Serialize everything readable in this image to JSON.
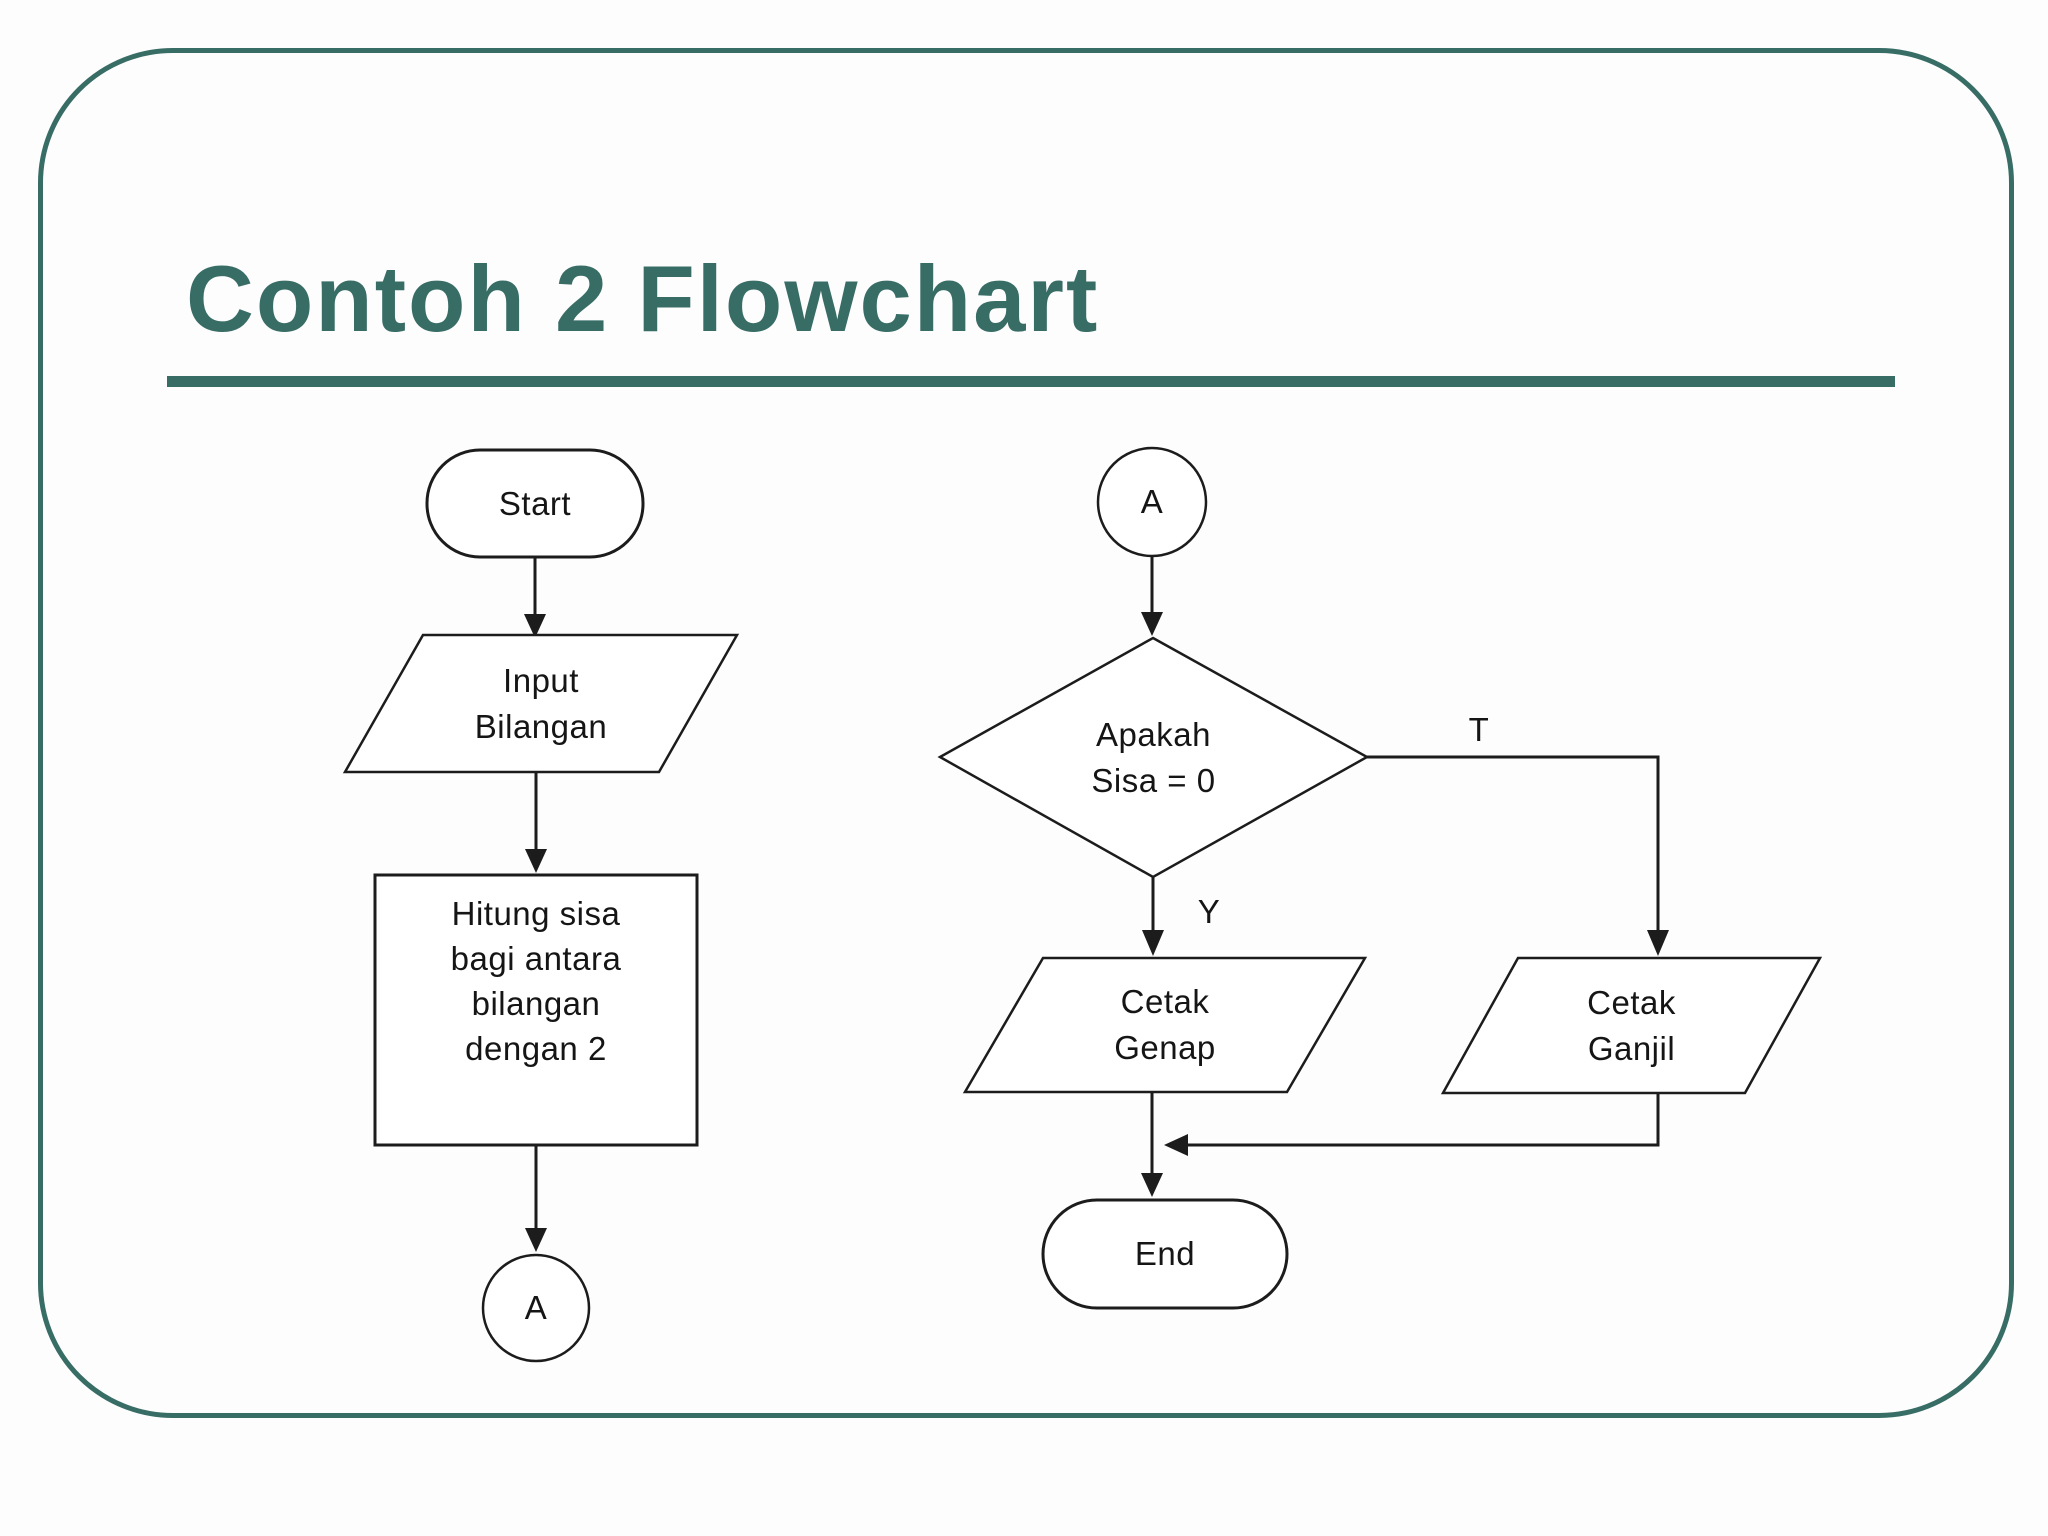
{
  "slide": {
    "title": "Contoh 2 Flowchart",
    "accent_color": "#386D66",
    "line_color": "#1c1c1c"
  },
  "flowchart": {
    "left_column": {
      "start_label": "Start",
      "input_lines": [
        "Input",
        "Bilangan"
      ],
      "process_lines": [
        "Hitung sisa",
        "bagi antara",
        "bilangan",
        "dengan 2"
      ],
      "connector_label": "A"
    },
    "right_column": {
      "connector_label": "A",
      "decision_lines": [
        "Apakah",
        "Sisa = 0"
      ],
      "true_branch_label": "T",
      "yes_branch_label": "Y",
      "print_even_lines": [
        "Cetak",
        "Genap"
      ],
      "print_odd_lines": [
        "Cetak",
        "Ganjil"
      ],
      "end_label": "End"
    }
  }
}
